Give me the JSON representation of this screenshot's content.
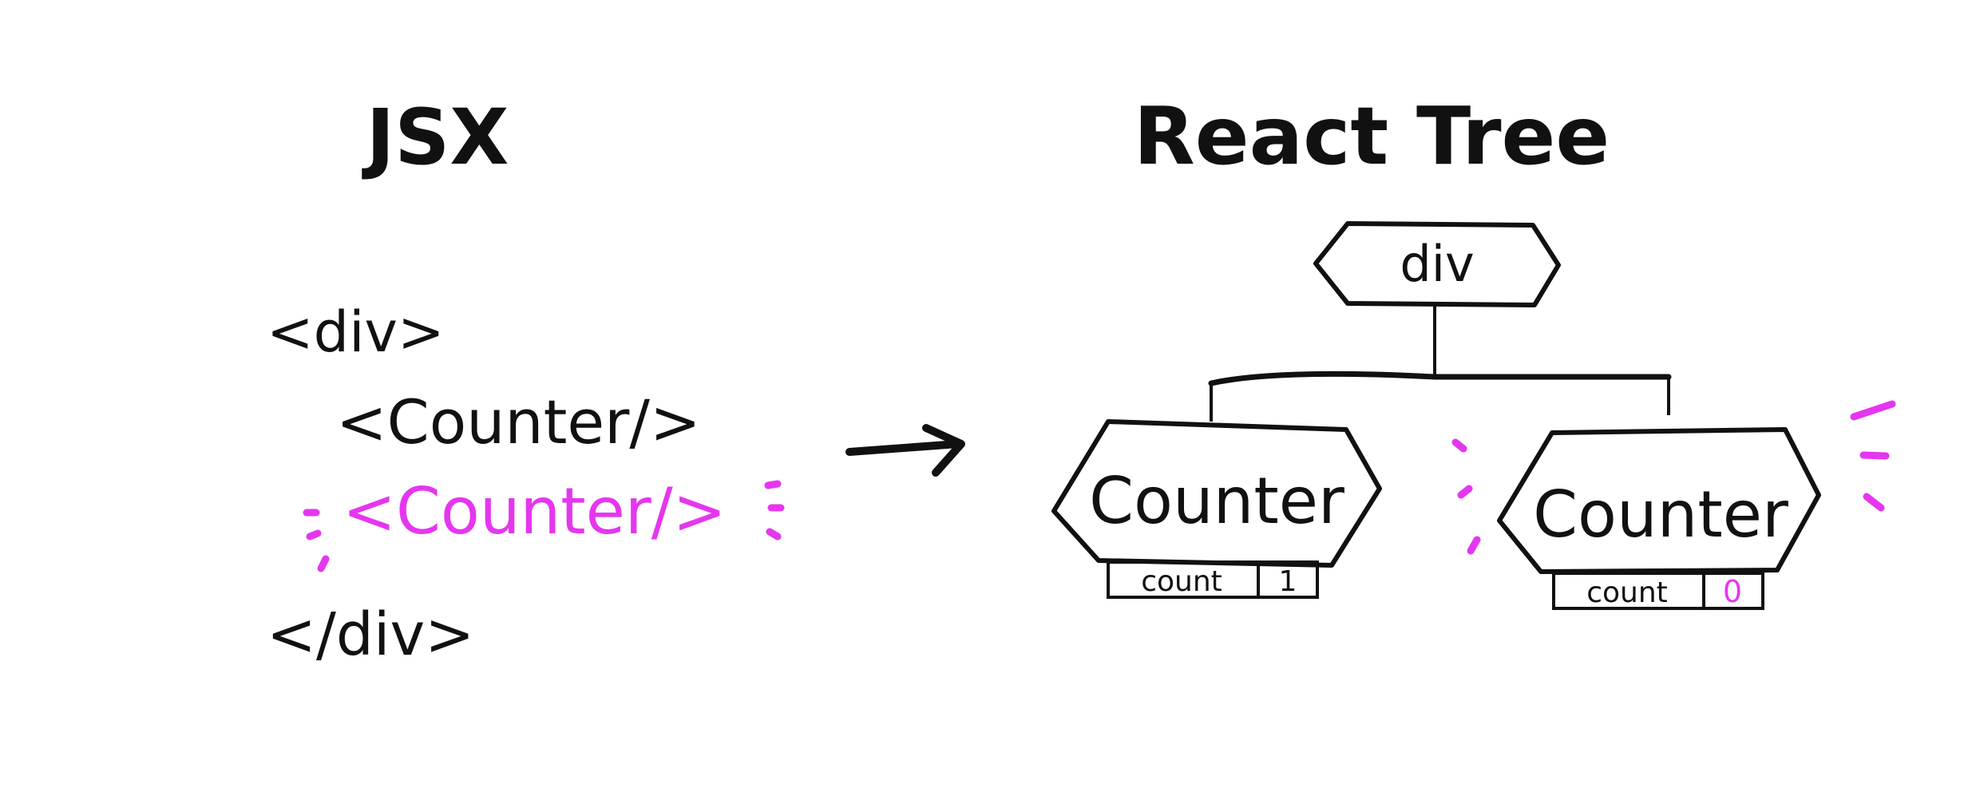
{
  "jsx": {
    "title": "JSX",
    "lines": [
      "<div>",
      "<Counter/>",
      "<Counter/>",
      "</div>"
    ],
    "highlight_color": "#e536ef"
  },
  "tree": {
    "title": "React Tree",
    "root": {
      "label": "div"
    },
    "children": [
      {
        "label": "Counter",
        "state_key": "count",
        "state_value": "1"
      },
      {
        "label": "Counter",
        "state_key": "count",
        "state_value": "0",
        "highlighted": true
      }
    ]
  },
  "arrow_icon": "right-arrow-icon"
}
